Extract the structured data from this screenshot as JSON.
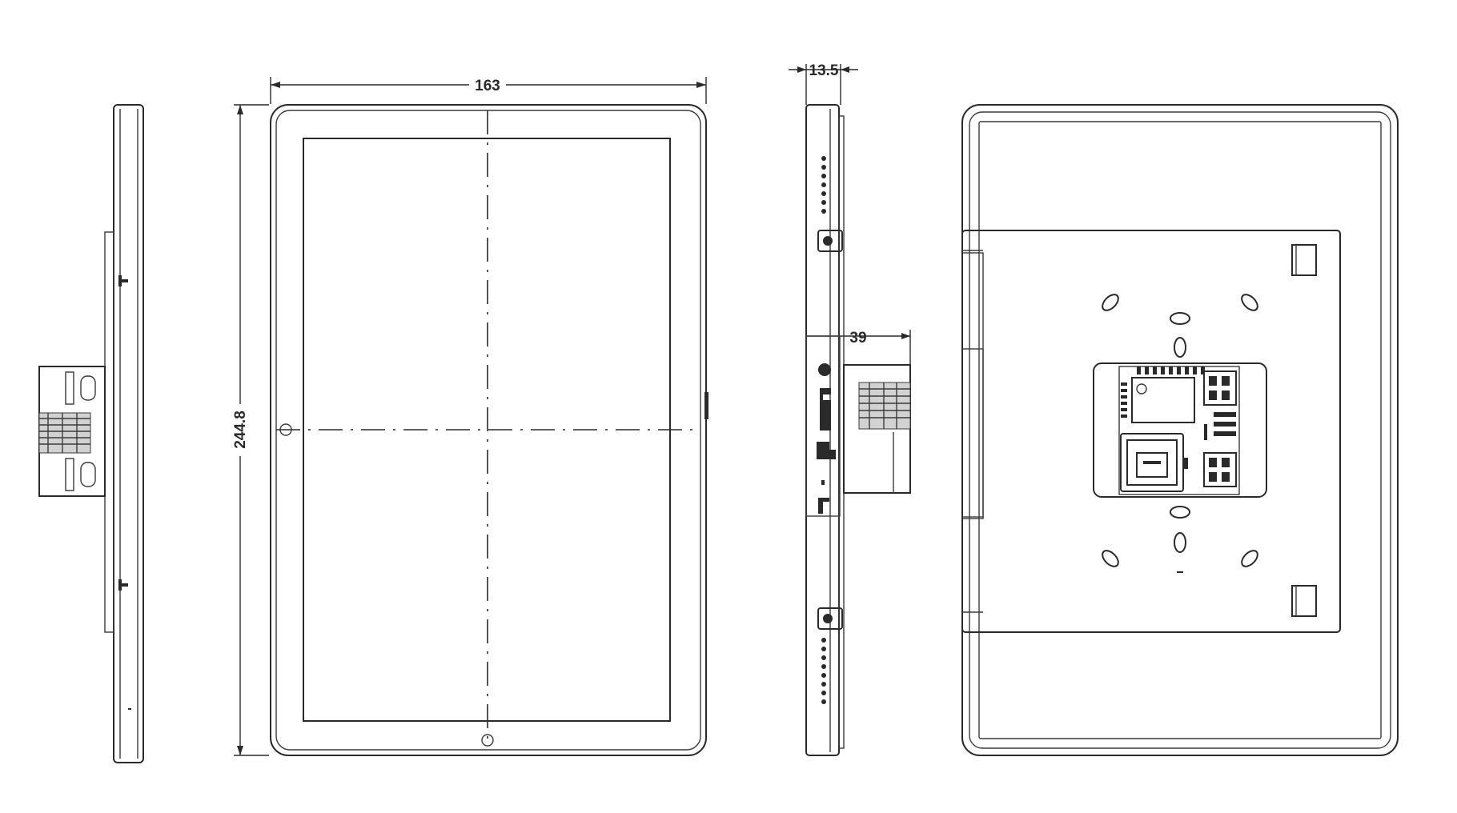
{
  "dimensions": {
    "width": "163",
    "height": "244.8",
    "depth": "13.5",
    "bracket_depth": "39"
  },
  "views": [
    "side-left",
    "front",
    "side-right",
    "back"
  ]
}
